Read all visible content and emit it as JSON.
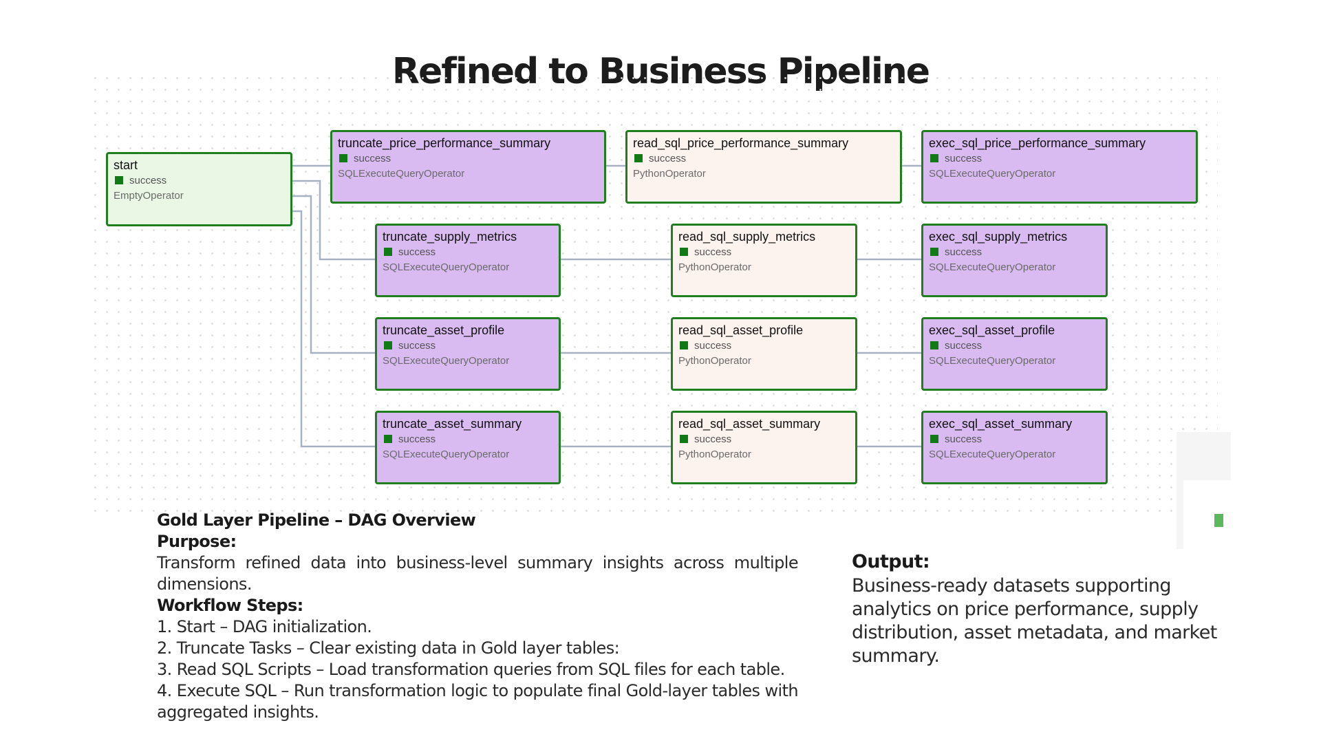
{
  "title": "Refined to Business Pipeline",
  "dag": {
    "nodes": [
      {
        "id": "start",
        "name": "start",
        "state": "success",
        "operator": "EmptyOperator",
        "kind": "empty"
      },
      {
        "id": "truncate_price_performance_summary",
        "name": "truncate_price_performance_summary",
        "state": "success",
        "operator": "SQLExecuteQueryOperator",
        "kind": "sql"
      },
      {
        "id": "read_sql_price_performance_summary",
        "name": "read_sql_price_performance_summary",
        "state": "success",
        "operator": "PythonOperator",
        "kind": "python"
      },
      {
        "id": "exec_sql_price_performance_summary",
        "name": "exec_sql_price_performance_summary",
        "state": "success",
        "operator": "SQLExecuteQueryOperator",
        "kind": "sql"
      },
      {
        "id": "truncate_supply_metrics",
        "name": "truncate_supply_metrics",
        "state": "success",
        "operator": "SQLExecuteQueryOperator",
        "kind": "sql"
      },
      {
        "id": "read_sql_supply_metrics",
        "name": "read_sql_supply_metrics",
        "state": "success",
        "operator": "PythonOperator",
        "kind": "python"
      },
      {
        "id": "exec_sql_supply_metrics",
        "name": "exec_sql_supply_metrics",
        "state": "success",
        "operator": "SQLExecuteQueryOperator",
        "kind": "sql"
      },
      {
        "id": "truncate_asset_profile",
        "name": "truncate_asset_profile",
        "state": "success",
        "operator": "SQLExecuteQueryOperator",
        "kind": "sql"
      },
      {
        "id": "read_sql_asset_profile",
        "name": "read_sql_asset_profile",
        "state": "success",
        "operator": "PythonOperator",
        "kind": "python"
      },
      {
        "id": "exec_sql_asset_profile",
        "name": "exec_sql_asset_profile",
        "state": "success",
        "operator": "SQLExecuteQueryOperator",
        "kind": "sql"
      },
      {
        "id": "truncate_asset_summary",
        "name": "truncate_asset_summary",
        "state": "success",
        "operator": "SQLExecuteQueryOperator",
        "kind": "sql"
      },
      {
        "id": "read_sql_asset_summary",
        "name": "read_sql_asset_summary",
        "state": "success",
        "operator": "PythonOperator",
        "kind": "python"
      },
      {
        "id": "exec_sql_asset_summary",
        "name": "exec_sql_asset_summary",
        "state": "success",
        "operator": "SQLExecuteQueryOperator",
        "kind": "sql"
      }
    ],
    "edges": [
      [
        "start",
        "truncate_price_performance_summary"
      ],
      [
        "start",
        "truncate_supply_metrics"
      ],
      [
        "start",
        "truncate_asset_profile"
      ],
      [
        "start",
        "truncate_asset_summary"
      ],
      [
        "truncate_price_performance_summary",
        "read_sql_price_performance_summary"
      ],
      [
        "read_sql_price_performance_summary",
        "exec_sql_price_performance_summary"
      ],
      [
        "truncate_supply_metrics",
        "read_sql_supply_metrics"
      ],
      [
        "read_sql_supply_metrics",
        "exec_sql_supply_metrics"
      ],
      [
        "truncate_asset_profile",
        "read_sql_asset_profile"
      ],
      [
        "read_sql_asset_profile",
        "exec_sql_asset_profile"
      ],
      [
        "truncate_asset_summary",
        "read_sql_asset_summary"
      ],
      [
        "read_sql_asset_summary",
        "exec_sql_asset_summary"
      ]
    ]
  },
  "overview": {
    "heading": "Gold Layer Pipeline – DAG Overview",
    "purpose_label": "Purpose:",
    "purpose_text": "Transform refined data into business-level summary insights across multiple dimensions.",
    "steps_label": "Workflow Steps:",
    "steps": [
      "1.   Start – DAG initialization.",
      "2. Truncate Tasks – Clear existing data in Gold layer tables:",
      "3. Read SQL Scripts – Load transformation queries from SQL files for each table.",
      "4. Execute SQL – Run transformation logic to populate final Gold-layer tables with aggregated insights."
    ]
  },
  "output": {
    "label": "Output:",
    "text": "Business-ready datasets supporting analytics on price performance, supply distribution, asset metadata, and market summary."
  },
  "colors": {
    "sql_node": "#d9bbf2",
    "python_node": "#fdf3ee",
    "empty_node": "#e9f7e4",
    "border": "#1f7f1f",
    "success": "#0f7a16",
    "edge": "#a6b1c2"
  }
}
